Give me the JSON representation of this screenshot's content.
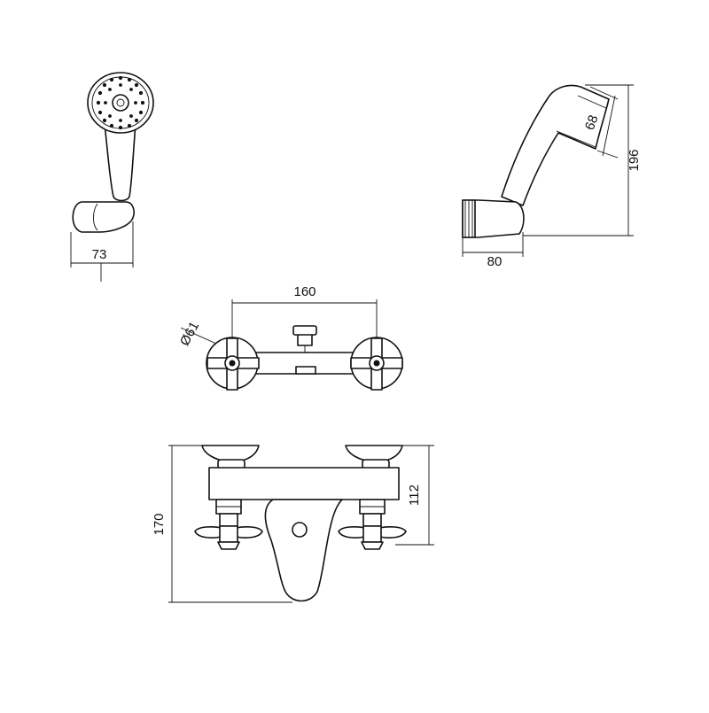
{
  "dimensions": {
    "handshower_clip_width": "73",
    "handshower_side_depth": "80",
    "handshower_height": "196",
    "head_diameter": "68",
    "handle_spacing": "160",
    "handle_diameter": "Ø61",
    "overall_height": "170",
    "outlet_height": "112"
  }
}
